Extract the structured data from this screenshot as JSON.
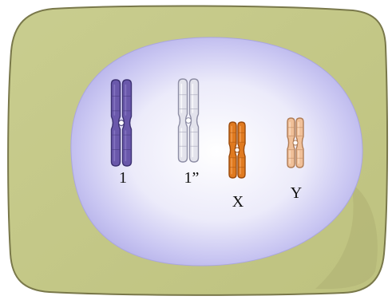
{
  "diagram": {
    "colors": {
      "cytoplasm": "#c5c989",
      "cell_outline": "#79784a",
      "nucleus_outer": "#ecebfa",
      "nucleus_mid": "#c9c6f2",
      "nucleus_edge": "#b7b3ea"
    },
    "chromosomes": [
      {
        "id": "1",
        "label": "1",
        "fill": "#6a58ab",
        "stroke": "#3d3273",
        "highlight": "#8b7cc6",
        "size": "large"
      },
      {
        "id": "1-homolog",
        "label": "1”",
        "fill": "#e3e3ec",
        "stroke": "#8f8fa6",
        "highlight": "#ffffff",
        "size": "large"
      },
      {
        "id": "X",
        "label": "X",
        "fill": "#e07a1f",
        "stroke": "#9a4a0c",
        "highlight": "#f3a35c",
        "size": "medium"
      },
      {
        "id": "Y",
        "label": "Y",
        "fill": "#f0c099",
        "stroke": "#b07c55",
        "highlight": "#fbe0c8",
        "size": "medium"
      }
    ]
  }
}
